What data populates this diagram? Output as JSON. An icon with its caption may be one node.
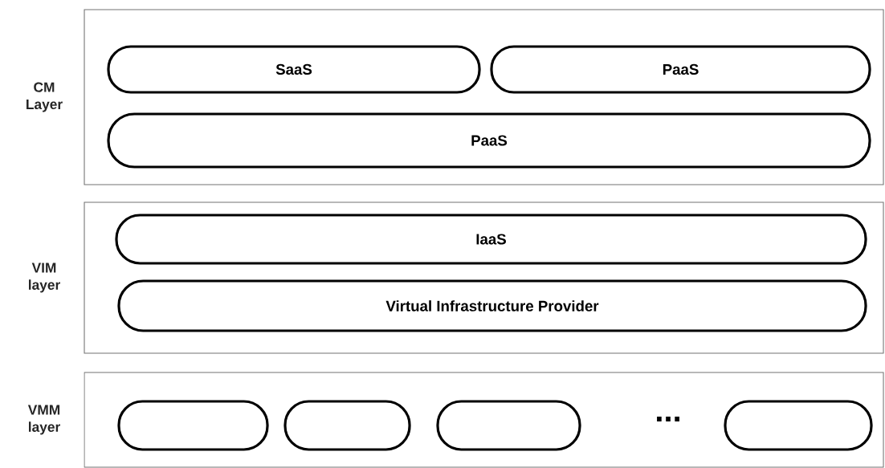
{
  "diagram": {
    "nodes": [
      {
        "text": [
          "CM Layer"
        ]
      },
      {
        "text": [
          "SaaS"
        ],
        "in": 0
      },
      {
        "text": [
          "PaaS"
        ],
        "in": 0
      },
      {
        "text": [
          "PaaS"
        ],
        "in": 0
      },
      {
        "text": [
          "VIM layer"
        ]
      },
      {
        "text": [
          "IaaS"
        ],
        "in": 4
      },
      {
        "text": [
          "Virtual Infrastructure Provider"
        ],
        "in": 4
      },
      {
        "text": [
          "VMM layer"
        ]
      },
      {
        "text": [],
        "shape": "box",
        "in": 7
      },
      {
        "text": [],
        "shape": "box",
        "in": 7
      },
      {
        "text": [],
        "shape": "box",
        "in": 7
      },
      {
        "text": [],
        "shape": "box",
        "in": 7
      }
    ],
    "labels": [
      "..."
    ]
  }
}
